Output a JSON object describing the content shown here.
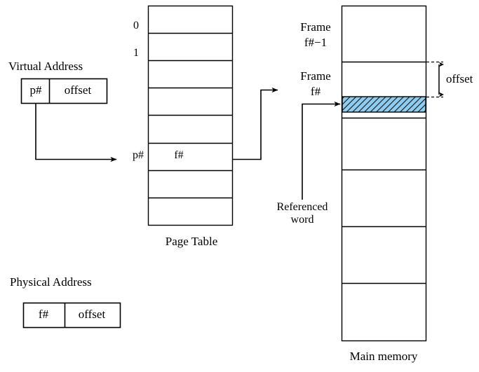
{
  "diagram": {
    "title_hidden": "Address Translation in a Paging System",
    "colors": {
      "stroke": "#000000",
      "background": "#ffffff",
      "highlight_fill": "#8ecdf0",
      "highlight_hatch": "#1a1a1a"
    },
    "virtual_address": {
      "caption": "Virtual Address",
      "fields": [
        {
          "label": "p#"
        },
        {
          "label": "offset"
        }
      ]
    },
    "physical_address": {
      "caption": "Physical Address",
      "fields": [
        {
          "label": "f#"
        },
        {
          "label": "offset"
        }
      ]
    },
    "page_table": {
      "caption": "Page Table",
      "row_labels": [
        {
          "text": "0"
        },
        {
          "text": "1"
        },
        {
          "text": ""
        },
        {
          "text": ""
        },
        {
          "text": ""
        },
        {
          "text": "p#"
        },
        {
          "text": ""
        },
        {
          "text": ""
        }
      ],
      "rows": [
        {
          "value": ""
        },
        {
          "value": ""
        },
        {
          "value": ""
        },
        {
          "value": ""
        },
        {
          "value": ""
        },
        {
          "value": "f#"
        },
        {
          "value": ""
        },
        {
          "value": ""
        }
      ]
    },
    "main_memory": {
      "caption": "Main memory",
      "frame_labels": [
        {
          "line1": "Frame",
          "line2": "f#−1"
        },
        {
          "line1": "Frame",
          "line2": "f#"
        }
      ],
      "offset_bracket_label": "offset",
      "referenced_word_label": {
        "line1": "Referenced",
        "line2": "word"
      }
    }
  }
}
